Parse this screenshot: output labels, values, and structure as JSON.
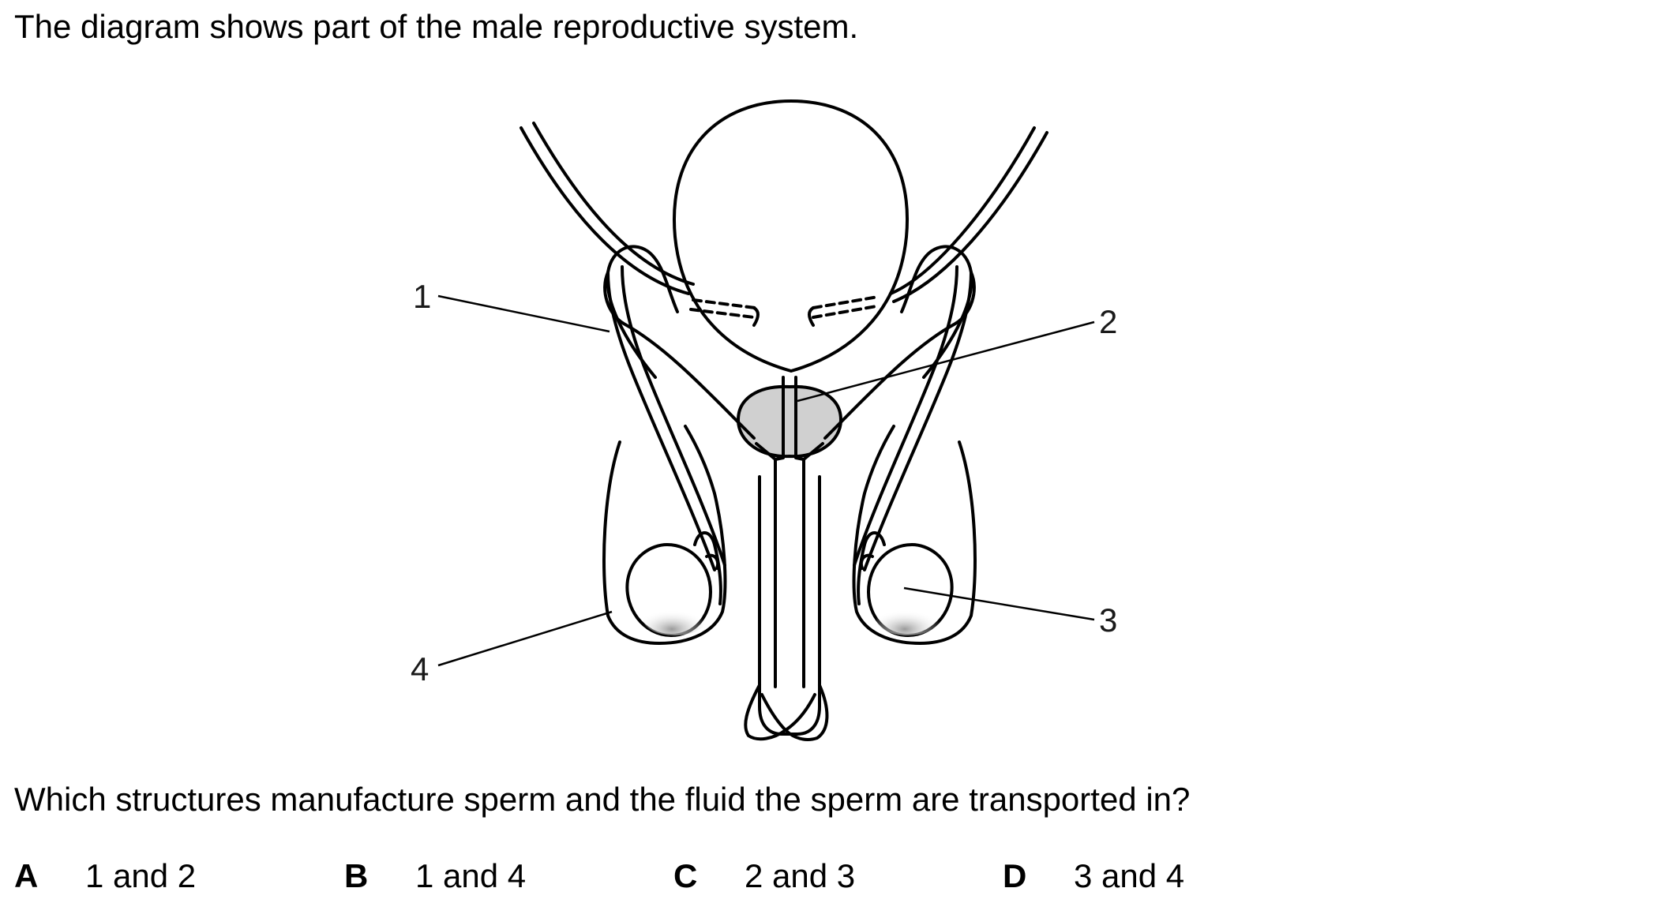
{
  "intro": "The diagram shows part of the male reproductive system.",
  "diagram": {
    "labels": [
      "1",
      "2",
      "3",
      "4"
    ],
    "fill_color": "#d0d0d0"
  },
  "question": "Which structures manufacture sperm and the fluid the sperm are transported in?",
  "options": [
    {
      "letter": "A",
      "text": "1 and 2"
    },
    {
      "letter": "B",
      "text": "1 and 4"
    },
    {
      "letter": "C",
      "text": "2 and 3"
    },
    {
      "letter": "D",
      "text": "3 and 4"
    }
  ]
}
